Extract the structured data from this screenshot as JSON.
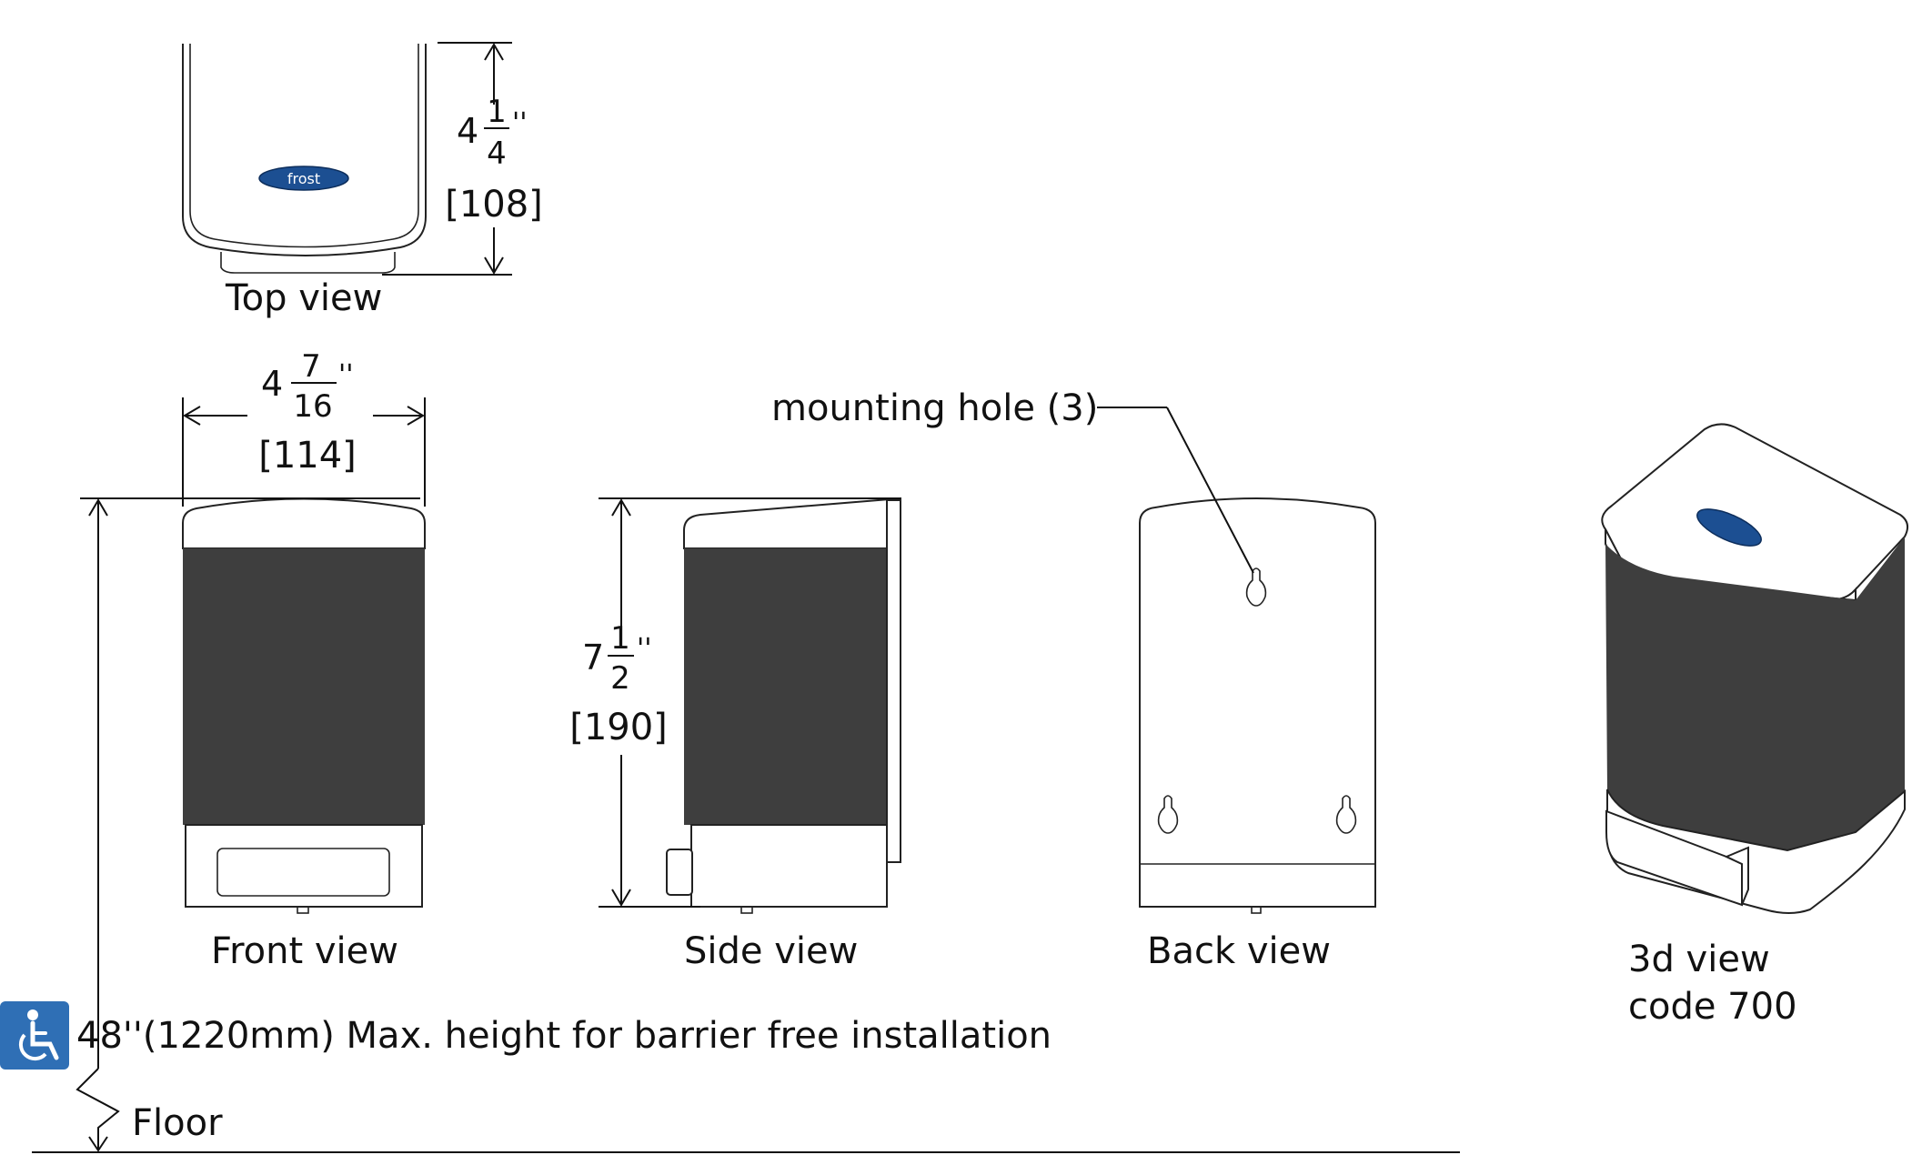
{
  "views": {
    "top": "Top view",
    "front": "Front view",
    "side": "Side view",
    "back": "Back view",
    "iso_line1": "3d view",
    "iso_line2": "code 700"
  },
  "dimensions": {
    "top_depth": {
      "whole": "4",
      "num": "1",
      "den": "4",
      "inch": "''",
      "mm": "[108]"
    },
    "front_width": {
      "whole": "4",
      "num": "7",
      "den": "16",
      "inch": "''",
      "mm": "[114]"
    },
    "side_height": {
      "whole": "7",
      "num": "1",
      "den": "2",
      "inch": "''",
      "mm": "[190]"
    }
  },
  "callouts": {
    "mounting_hole": "mounting hole (3)",
    "barrier_free": "48''(1220mm) Max. height for barrier free installation",
    "floor": "Floor"
  },
  "logo": {
    "brand": "frost"
  },
  "icons": {
    "accessibility": "wheelchair-icon"
  },
  "colors": {
    "panel": "#3e3e3e",
    "logo_blue": "#1c4f92",
    "access_blue": "#2f6fb5"
  }
}
